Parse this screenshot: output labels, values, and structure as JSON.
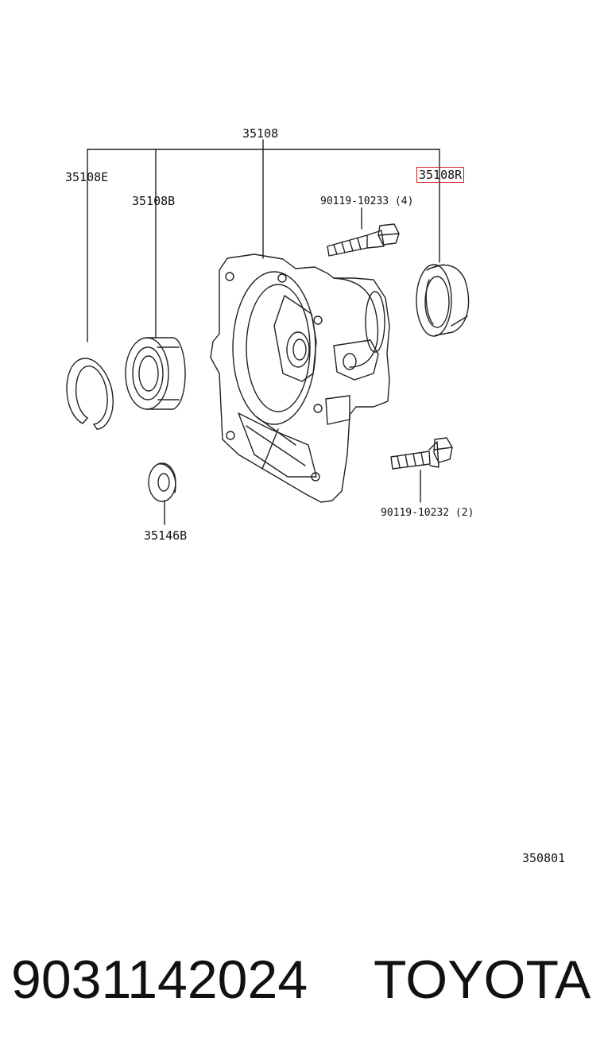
{
  "labels": {
    "assembly": "35108",
    "snap_ring": "35108E",
    "bearing": "35108B",
    "oil_seal": "35108R",
    "bolt_upper": "90119-10233 (4)",
    "bolt_lower": "90119-10232 (2)",
    "washer": "35146B",
    "figure_code": "350801"
  },
  "footer": {
    "part_number": "9031142024",
    "brand": "TOYOTA"
  },
  "highlight_color": "#d42020"
}
